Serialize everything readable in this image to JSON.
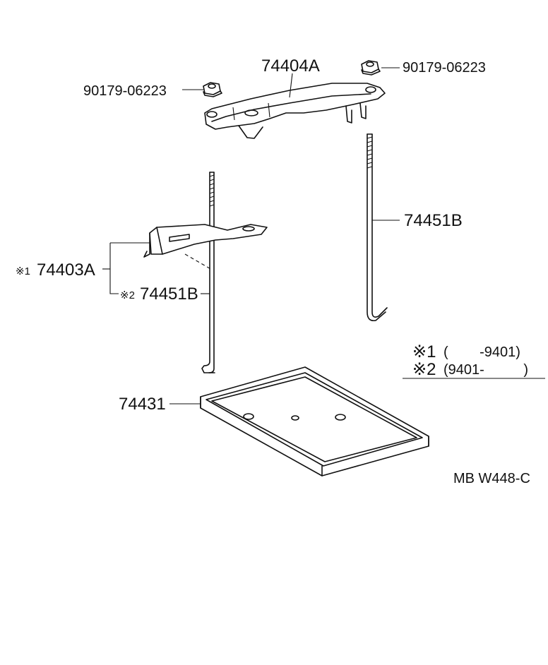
{
  "parts": {
    "nut_left": "90179-06223",
    "nut_right": "90179-06223",
    "hold_down_clamp": "74404A",
    "rod_right": "74451B",
    "bracket_mark": "※1",
    "bracket": "74403A",
    "rod_left_mark": "※2",
    "rod_left": "74451B",
    "tray": "74431"
  },
  "legend": {
    "row1_mark": "※1",
    "row1_text": "(        -9401)",
    "row2_mark": "※2",
    "row2_text": "(9401-          )"
  },
  "diagram_code": "MB W448-C"
}
